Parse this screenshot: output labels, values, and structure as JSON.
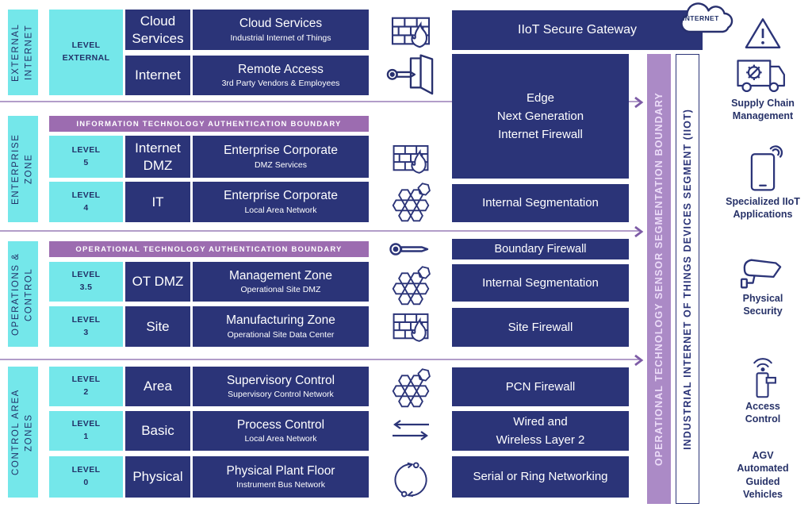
{
  "colors": {
    "navy": "#2b3478",
    "cyan": "#74e7ea",
    "banner_purple": "#9c6cb0",
    "bar_purple": "#ab8ac6",
    "divider_line": "#b29dc9",
    "text_on_cyan": "#223168",
    "white": "#ffffff"
  },
  "zones": {
    "external": {
      "label": "EXTERNAL INTERNET",
      "level_top": "LEVEL",
      "level_bottom": "EXTERNAL",
      "rows": [
        {
          "name": "Cloud Services",
          "title": "Cloud Services",
          "subtitle": "Industrial Internet of Things"
        },
        {
          "name": "Internet",
          "title": "Remote Access",
          "subtitle": "3rd Party Vendors & Employees"
        }
      ]
    },
    "enterprise": {
      "label": "ENTERPRISE ZONE",
      "banner": "INFORMATION TECHNOLOGY AUTHENTICATION BOUNDARY",
      "rows": [
        {
          "level_top": "LEVEL",
          "level_bottom": "5",
          "name": "Internet DMZ",
          "title": "Enterprise Corporate",
          "subtitle": "DMZ Services"
        },
        {
          "level_top": "LEVEL",
          "level_bottom": "4",
          "name": "IT",
          "title": "Enterprise Corporate",
          "subtitle": "Local Area Network"
        }
      ]
    },
    "operations": {
      "label": "OPERATIONS & CONTROL",
      "banner": "OPERATIONAL TECHNOLOGY AUTHENTICATION BOUNDARY",
      "rows": [
        {
          "level_top": "LEVEL",
          "level_bottom": "3.5",
          "name": "OT DMZ",
          "title": "Management Zone",
          "subtitle": "Operational Site DMZ"
        },
        {
          "level_top": "LEVEL",
          "level_bottom": "3",
          "name": "Site",
          "title": "Manufacturing Zone",
          "subtitle": "Operational Site Data Center"
        }
      ]
    },
    "control": {
      "label": "CONTROL AREA ZONES",
      "rows": [
        {
          "level_top": "LEVEL",
          "level_bottom": "2",
          "name": "Area",
          "title": "Supervisory Control",
          "subtitle": "Supervisory Control Network"
        },
        {
          "level_top": "LEVEL",
          "level_bottom": "1",
          "name": "Basic",
          "title": "Process Control",
          "subtitle": "Local Area Network"
        },
        {
          "level_top": "LEVEL",
          "level_bottom": "0",
          "name": "Physical",
          "title": "Physical Plant Floor",
          "subtitle": "Instrument Bus Network"
        }
      ]
    }
  },
  "security": {
    "gateway": "IIoT Secure Gateway",
    "edge_firewall": "Edge\nNext Generation\nInternet Firewall",
    "internal_seg_1": "Internal Segmentation",
    "boundary_firewall": "Boundary Firewall",
    "internal_seg_2": "Internal Segmentation",
    "site_firewall": "Site Firewall",
    "pcn_firewall": "PCN Firewall",
    "wired_wireless": "Wired and\nWireless Layer 2",
    "serial_ring": "Serial or Ring Networking"
  },
  "bars": {
    "ot_sensor_boundary": "OPERATIONAL TECHNOLOGY SENSOR SEGMENTATION BOUNDARY",
    "iiot_segment": "INDUSTRIAL INTERNET OF THINGS DEVICES SEGMENT (IIOT)"
  },
  "right_panel": {
    "internet_cloud": "INTERNET",
    "supply_chain": "Supply Chain\nManagement",
    "specialized_apps": "Specialized IIoT\nApplications",
    "physical_security": "Physical\nSecurity",
    "access_control": "Access\nControl",
    "agv": "AGV\nAutomated\nGuided\nVehicles"
  }
}
